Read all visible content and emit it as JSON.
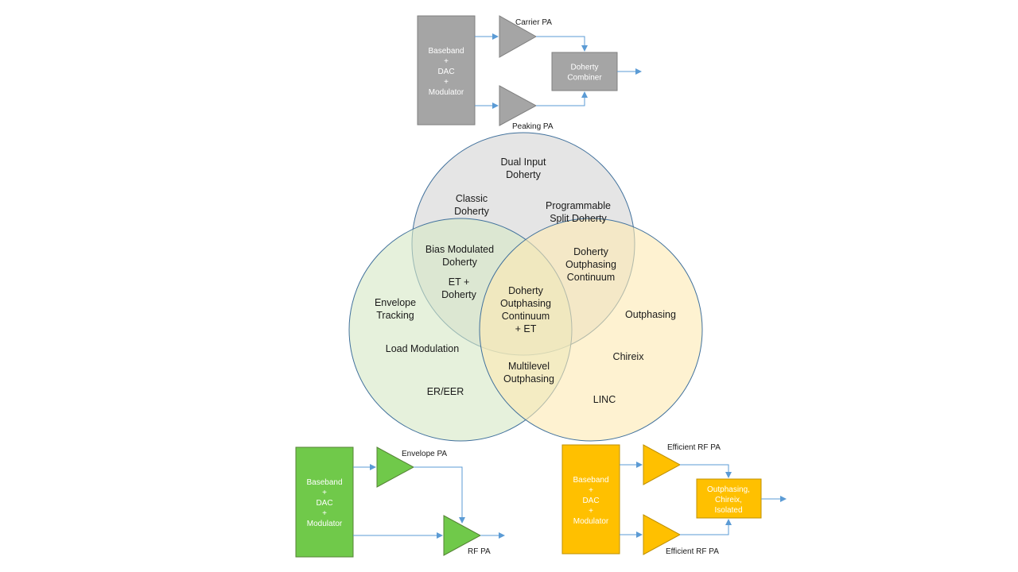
{
  "colors": {
    "doherty_circle": "#dcdcdc",
    "et_circle": "#d6e7c4",
    "outphasing_circle": "#fde9b3",
    "circle_stroke": "#41719c",
    "arrow": "#5b9bd5",
    "gray_box": "#a5a5a5",
    "gray_text": "#ffffff",
    "green_box": "#70c94a",
    "green_text": "#ffffff",
    "yellow_box": "#ffc000",
    "yellow_text": "#ffffff"
  },
  "doherty_block": {
    "source_lines": [
      "Baseband",
      "+",
      "DAC",
      "+",
      "Modulator"
    ],
    "carrier_label": "Carrier PA",
    "peaking_label": "Peaking PA",
    "combiner_lines": [
      "Doherty",
      "Combiner"
    ]
  },
  "venn": {
    "doherty_only": {
      "dual_input": [
        "Dual Input",
        "Doherty"
      ],
      "classic": [
        "Classic",
        "Doherty"
      ],
      "programmable_split": [
        "Programmable",
        "Split Doherty"
      ]
    },
    "doherty_et": {
      "bias_modulated": [
        "Bias Modulated",
        "Doherty"
      ],
      "et_doherty": [
        "ET +",
        "Doherty"
      ]
    },
    "doherty_outphasing": [
      "Doherty",
      "Outphasing",
      "Continuum"
    ],
    "center": [
      "Doherty",
      "Outphasing",
      "Continuum",
      "+ ET"
    ],
    "et_only": {
      "envelope_tracking": [
        "Envelope",
        "Tracking"
      ],
      "load_modulation": "Load Modulation",
      "er_eer": "ER/EER"
    },
    "et_outphasing": [
      "Multilevel",
      "Outphasing"
    ],
    "outphasing_only": {
      "outphasing": "Outphasing",
      "chireix": "Chireix",
      "linc": "LINC"
    }
  },
  "et_block": {
    "source_lines": [
      "Baseband",
      "+",
      "DAC",
      "+",
      "Modulator"
    ],
    "envelope_label": "Envelope PA",
    "rf_label": "RF PA"
  },
  "outphasing_block": {
    "source_lines": [
      "Baseband",
      "+",
      "DAC",
      "+",
      "Modulator"
    ],
    "top_pa_label": "Efficient RF PA",
    "bottom_pa_label": "Efficient RF PA",
    "combiner_lines": [
      "Outphasing,",
      "Chireix,",
      "Isolated"
    ]
  }
}
